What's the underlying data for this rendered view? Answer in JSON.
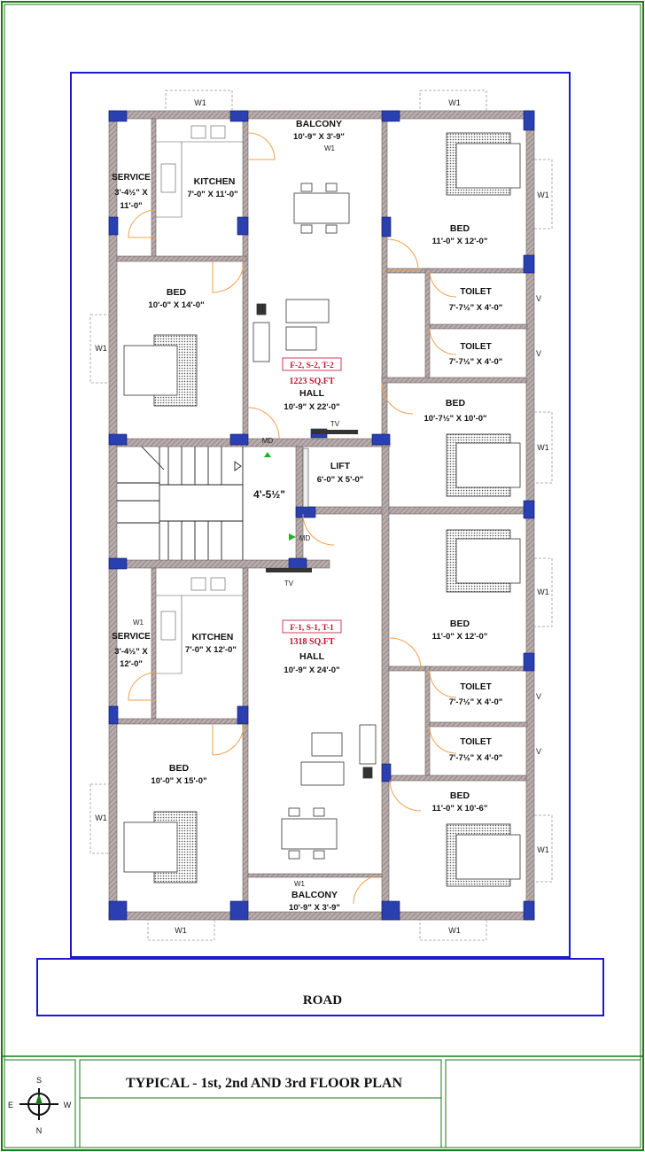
{
  "rooms": {
    "top_service": {
      "name": "SERVICE",
      "dim_line1": "3'-4½\" X",
      "dim_line2": "11'-0\""
    },
    "top_kitchen": {
      "name": "KITCHEN",
      "dim": "7'-0\" X 11'-0\""
    },
    "top_balcony": {
      "name": "BALCONY",
      "dim": "10'-9\" X 3'-9\""
    },
    "top_left_bed": {
      "name": "BED",
      "dim": "10'-0\" X 14'-0\""
    },
    "top_hall": {
      "name": "HALL",
      "dim": "10'-9\" X 22'-0\""
    },
    "top_right_bed1": {
      "name": "BED",
      "dim": "11'-0\" X 12'-0\""
    },
    "top_toilet1": {
      "name": "TOILET",
      "dim": "7'-7½\" X 4'-0\""
    },
    "top_toilet2": {
      "name": "TOILET",
      "dim": "7'-7½\" X 4'-0\""
    },
    "top_right_bed2": {
      "name": "BED",
      "dim": "10'-7½\" X 10'-0\""
    },
    "lift": {
      "name": "LIFT",
      "dim": "6'-0\" X 5'-0\""
    },
    "corridor": {
      "dim": "4'-5½\""
    },
    "bot_service": {
      "name": "SERVICE",
      "dim_line1": "3'-4½\" X",
      "dim_line2": "12'-0\""
    },
    "bot_kitchen": {
      "name": "KITCHEN",
      "dim": "7'-0\" X 12'-0\""
    },
    "bot_hall": {
      "name": "HALL",
      "dim": "10'-9\" X 24'-0\""
    },
    "bot_right_bed1": {
      "name": "BED",
      "dim": "11'-0\" X 12'-0\""
    },
    "bot_toilet1": {
      "name": "TOILET",
      "dim": "7'-7½\" X 4'-0\""
    },
    "bot_toilet2": {
      "name": "TOILET",
      "dim": "7'-7½\" X 4'-0\""
    },
    "bot_left_bed": {
      "name": "BED",
      "dim": "10'-0\" X 15'-0\""
    },
    "bot_right_bed2": {
      "name": "BED",
      "dim": "11'-0\" X 10'-6\""
    },
    "bot_balcony": {
      "name": "BALCONY",
      "dim": "10'-9\" X 3'-9\""
    }
  },
  "units": {
    "top": {
      "code": "F-2, S-2, T-2",
      "area": "1223 SQ.FT"
    },
    "bottom": {
      "code": "F-1, S-1, T-1",
      "area": "1318 SQ.FT"
    }
  },
  "markers": {
    "window": "W1",
    "ventilator": "V",
    "tv": "TV",
    "main_door": "MD"
  },
  "road_label": "ROAD",
  "title": "TYPICAL - 1st, 2nd AND 3rd   FLOOR PLAN",
  "compass": {
    "n": "N",
    "s": "S",
    "e": "E",
    "w": "W"
  },
  "colors": {
    "border": "#1a7a1a",
    "site_line": "#1a1acc",
    "wall": "#8a7d7d",
    "column": "#2a3fb0",
    "door": "#f0a050",
    "unit_text": "#c8102e",
    "arrow": "#22b022"
  }
}
